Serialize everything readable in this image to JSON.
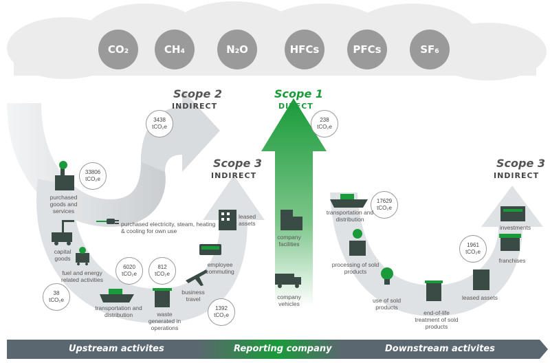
{
  "gases": [
    "CO₂",
    "CH₄",
    "N₂O",
    "HFCs",
    "PFCs",
    "SF₆"
  ],
  "scope2": {
    "title": "Scope 2",
    "subtitle": "INDIRECT",
    "value": "3438",
    "unit": "tCO₂e"
  },
  "scope1": {
    "title": "Scope 1",
    "subtitle": "DIRECT",
    "value": "238",
    "unit": "tCO₂e"
  },
  "scope3_upstream": {
    "title": "Scope 3",
    "subtitle": "INDIRECT"
  },
  "scope3_downstream": {
    "title": "Scope 3",
    "subtitle": "INDIRECT"
  },
  "upstream_badges": {
    "purchased_goods": {
      "value": "33806",
      "unit": "tCO₂e"
    },
    "fuel_energy": {
      "value": "38",
      "unit": "tCO₂e"
    },
    "transport": {
      "value": "6020",
      "unit": "tCO₂e"
    },
    "waste": {
      "value": "812",
      "unit": "tCO₂e"
    },
    "business_travel": {
      "value": "1392",
      "unit": "tCO₂e"
    }
  },
  "downstream_badges": {
    "transport": {
      "value": "17629",
      "unit": "tCO₂e"
    },
    "franchises": {
      "value": "1961",
      "unit": "tCO₂e"
    }
  },
  "labels": {
    "purchased_goods": "purchased goods and services",
    "purchased_electricity": "purchased electricity, steam, heating & cooling for own use",
    "capital_goods": "capital goods",
    "fuel_energy": "fuel and energy related activities",
    "transport_up": "transportation and distribution",
    "waste": "waste generated in operations",
    "business_travel": "business travel",
    "employee_commuting": "employee commuting",
    "leased_assets_up": "leased assets",
    "company_facilities": "company facilities",
    "company_vehicles": "company vehicles",
    "transport_down": "transportation and distribution",
    "processing": "processing of sold products",
    "use_sold": "use of sold products",
    "end_of_life": "end-of-life treatment of sold products",
    "leased_assets_down": "leased assets",
    "franchises": "franchises",
    "investments": "investments"
  },
  "bar": {
    "upstream": "Upstream activites",
    "reporting": "Reporting company",
    "downstream": "Downstream activites"
  },
  "colors": {
    "green": "#1a9a3a",
    "grey_arrow": "#c9cdd0",
    "bar_dark": "#5b6770",
    "cloud": "#ececec"
  }
}
